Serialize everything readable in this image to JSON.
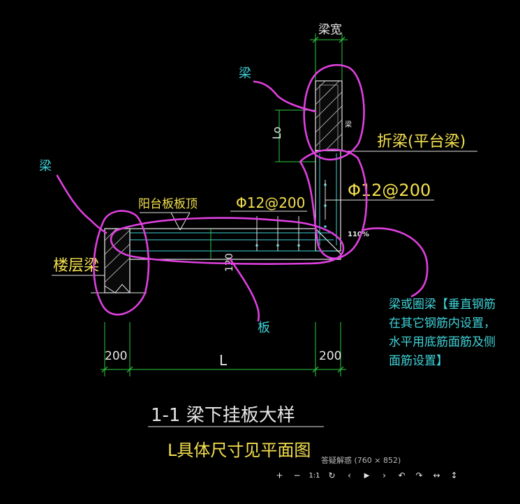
{
  "drawing": {
    "dim_beam_width": "梁宽",
    "label_beam_top": "梁",
    "label_beam_left": "梁",
    "dim_lo": "Lo",
    "label_folded_beam": "折梁(平台梁)",
    "rebar_vertical": "Φ12@200",
    "rebar_horizontal": "Φ12@200",
    "label_balcony_top": "阳台板板顶",
    "label_floor_beam": "楼层梁",
    "percent_label": "110%",
    "dim_120": "120",
    "label_slab": "板",
    "dim_left": "200",
    "dim_right": "200",
    "dim_l": "L",
    "title": "1-1  梁下挂板大样",
    "subtitle": "L具体尺寸见平面图"
  },
  "note": {
    "line1": "梁或圈梁【垂直钢筋",
    "line2": "在其它钢筋内设置，",
    "line3": "水平用底筋面筋及侧",
    "line4": "面筋设置】"
  },
  "viewer": {
    "caption": "答疑解惑 (760 × 852)",
    "buttons": {
      "zoom_in": "+",
      "zoom_out": "−",
      "actual_size": "1:1",
      "refresh": "↻",
      "prev": "‹",
      "play": "▶",
      "next": "›",
      "rotate_left": "↶",
      "rotate_right": "↷",
      "fit_width": "↔",
      "fit_height": "↕"
    }
  },
  "colors": {
    "background": "#000000",
    "dim_green": "#2ecc40",
    "annotation_magenta": "#e040e0",
    "label_yellow": "#f4e04d",
    "label_cyan": "#3fd3d9",
    "concrete_white": "#e6e6e6"
  }
}
